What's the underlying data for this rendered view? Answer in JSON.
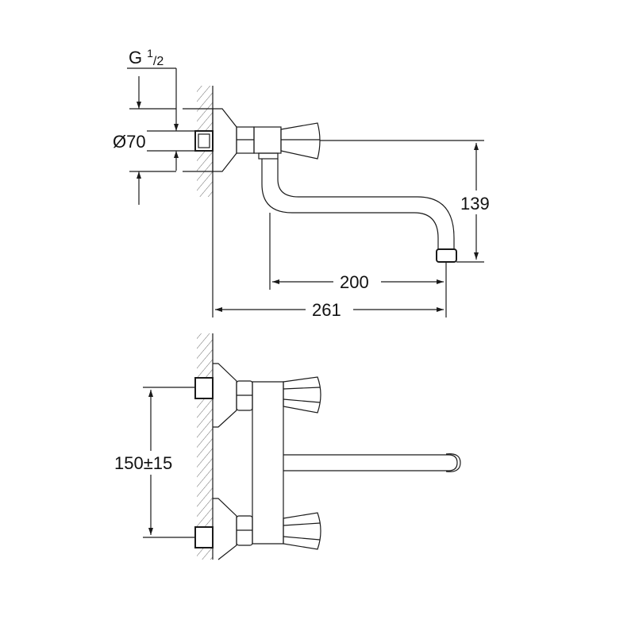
{
  "title": "Wall-mounted two-handle faucet dimension drawing",
  "dimensions": {
    "thread": {
      "main": "G",
      "sup": "1",
      "sub": "/2"
    },
    "rosette_diameter": "Ø70",
    "spout_height": "139",
    "spout_reach": "200",
    "total_depth": "261",
    "centre_distance": "150±15"
  },
  "colors": {
    "line": "#1a1a1a",
    "background": "#ffffff"
  }
}
